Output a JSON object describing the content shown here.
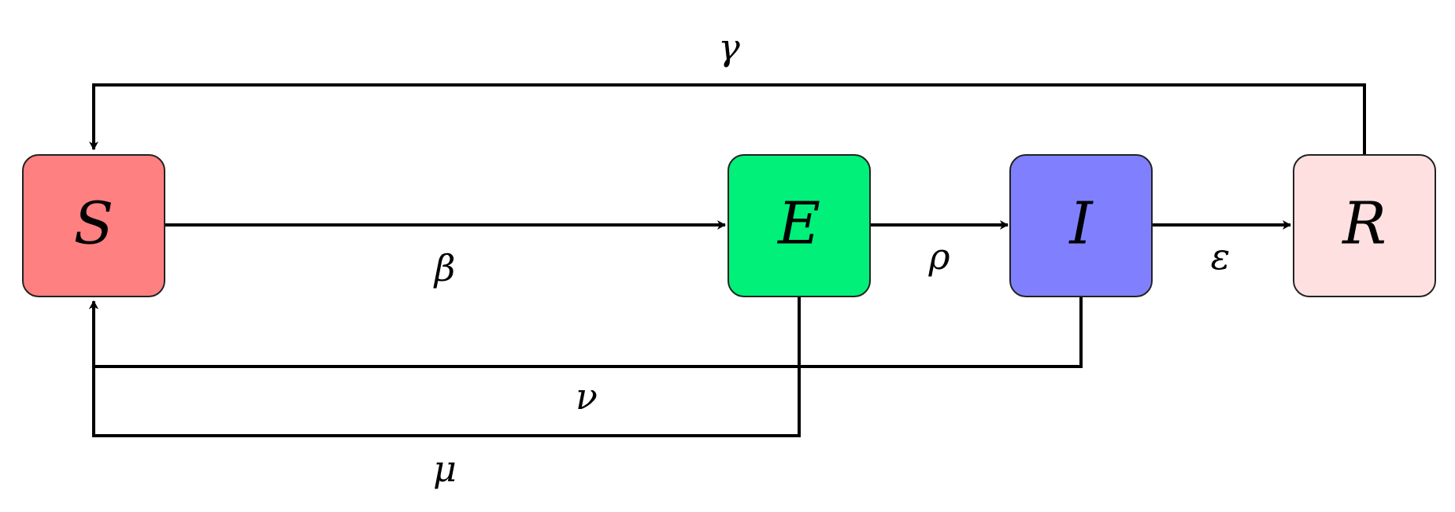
{
  "nodes": [
    {
      "id": "S",
      "label": "S",
      "color": "#FF8080"
    },
    {
      "id": "E",
      "label": "E",
      "color": "#00F07A"
    },
    {
      "id": "I",
      "label": "I",
      "color": "#8080FF"
    },
    {
      "id": "R",
      "label": "R",
      "color": "#FFE0E0"
    }
  ],
  "edges": [
    {
      "id": "beta",
      "from": "S",
      "to": "E",
      "label": "β"
    },
    {
      "id": "rho",
      "from": "E",
      "to": "I",
      "label": "ρ"
    },
    {
      "id": "epsilon",
      "from": "I",
      "to": "R",
      "label": "ε"
    },
    {
      "id": "gamma",
      "from": "R",
      "to": "S",
      "label": "γ"
    },
    {
      "id": "nu",
      "from": "I",
      "to": "S",
      "label": "ν"
    },
    {
      "id": "mu",
      "from": "E",
      "to": "S",
      "label": "μ"
    }
  ]
}
